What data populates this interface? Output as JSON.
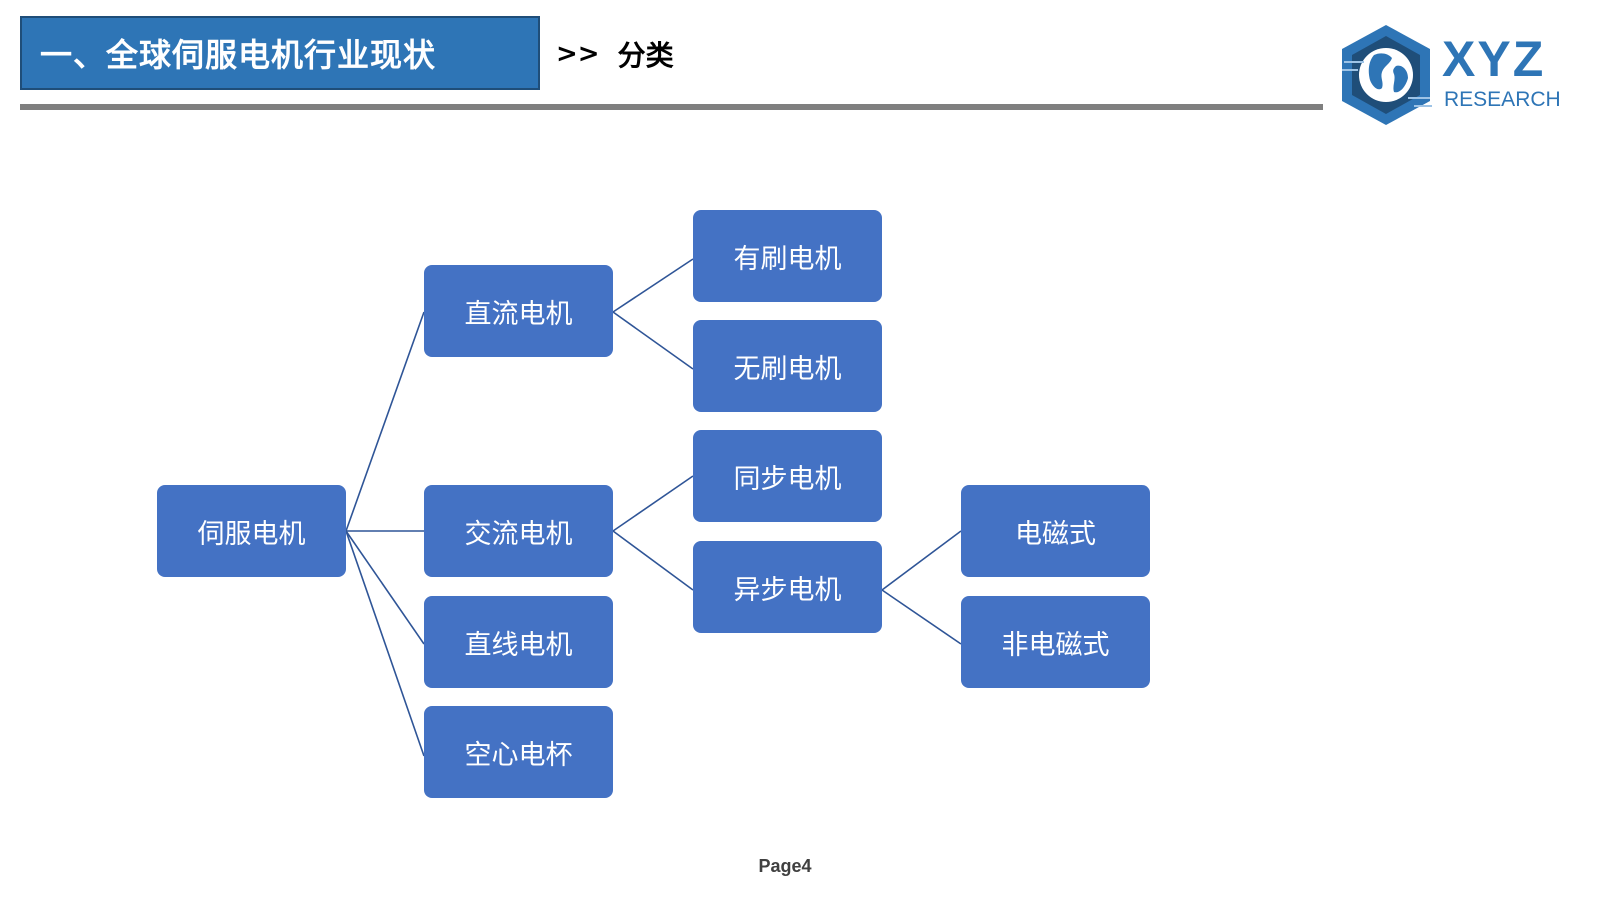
{
  "header": {
    "title": "一、全球伺服电机行业现状",
    "breadcrumb_arrow": ">>",
    "breadcrumb_label": "分类"
  },
  "logo": {
    "name": "XYZ",
    "subtitle": "RESEARCH",
    "icon": "globe-hexagon-icon"
  },
  "diagram": {
    "root": "伺服电机",
    "level1": [
      "直流电机",
      "交流电机",
      "直线电机",
      "空心电杯"
    ],
    "level2": [
      "有刷电机",
      "无刷电机",
      "同步电机",
      "异步电机"
    ],
    "level3": [
      "电磁式",
      "非电磁式"
    ],
    "edges": [
      [
        "伺服电机",
        "直流电机"
      ],
      [
        "伺服电机",
        "交流电机"
      ],
      [
        "伺服电机",
        "直线电机"
      ],
      [
        "伺服电机",
        "空心电杯"
      ],
      [
        "直流电机",
        "有刷电机"
      ],
      [
        "直流电机",
        "无刷电机"
      ],
      [
        "交流电机",
        "同步电机"
      ],
      [
        "交流电机",
        "异步电机"
      ],
      [
        "异步电机",
        "电磁式"
      ],
      [
        "异步电机",
        "非电磁式"
      ]
    ]
  },
  "footer": {
    "page_label": "Page4"
  },
  "colors": {
    "title_bar": "#2e75b6",
    "node_fill": "#4472c4",
    "connector": "#2f5597",
    "rule": "#7f7f7f",
    "logo": "#2e75b6"
  }
}
